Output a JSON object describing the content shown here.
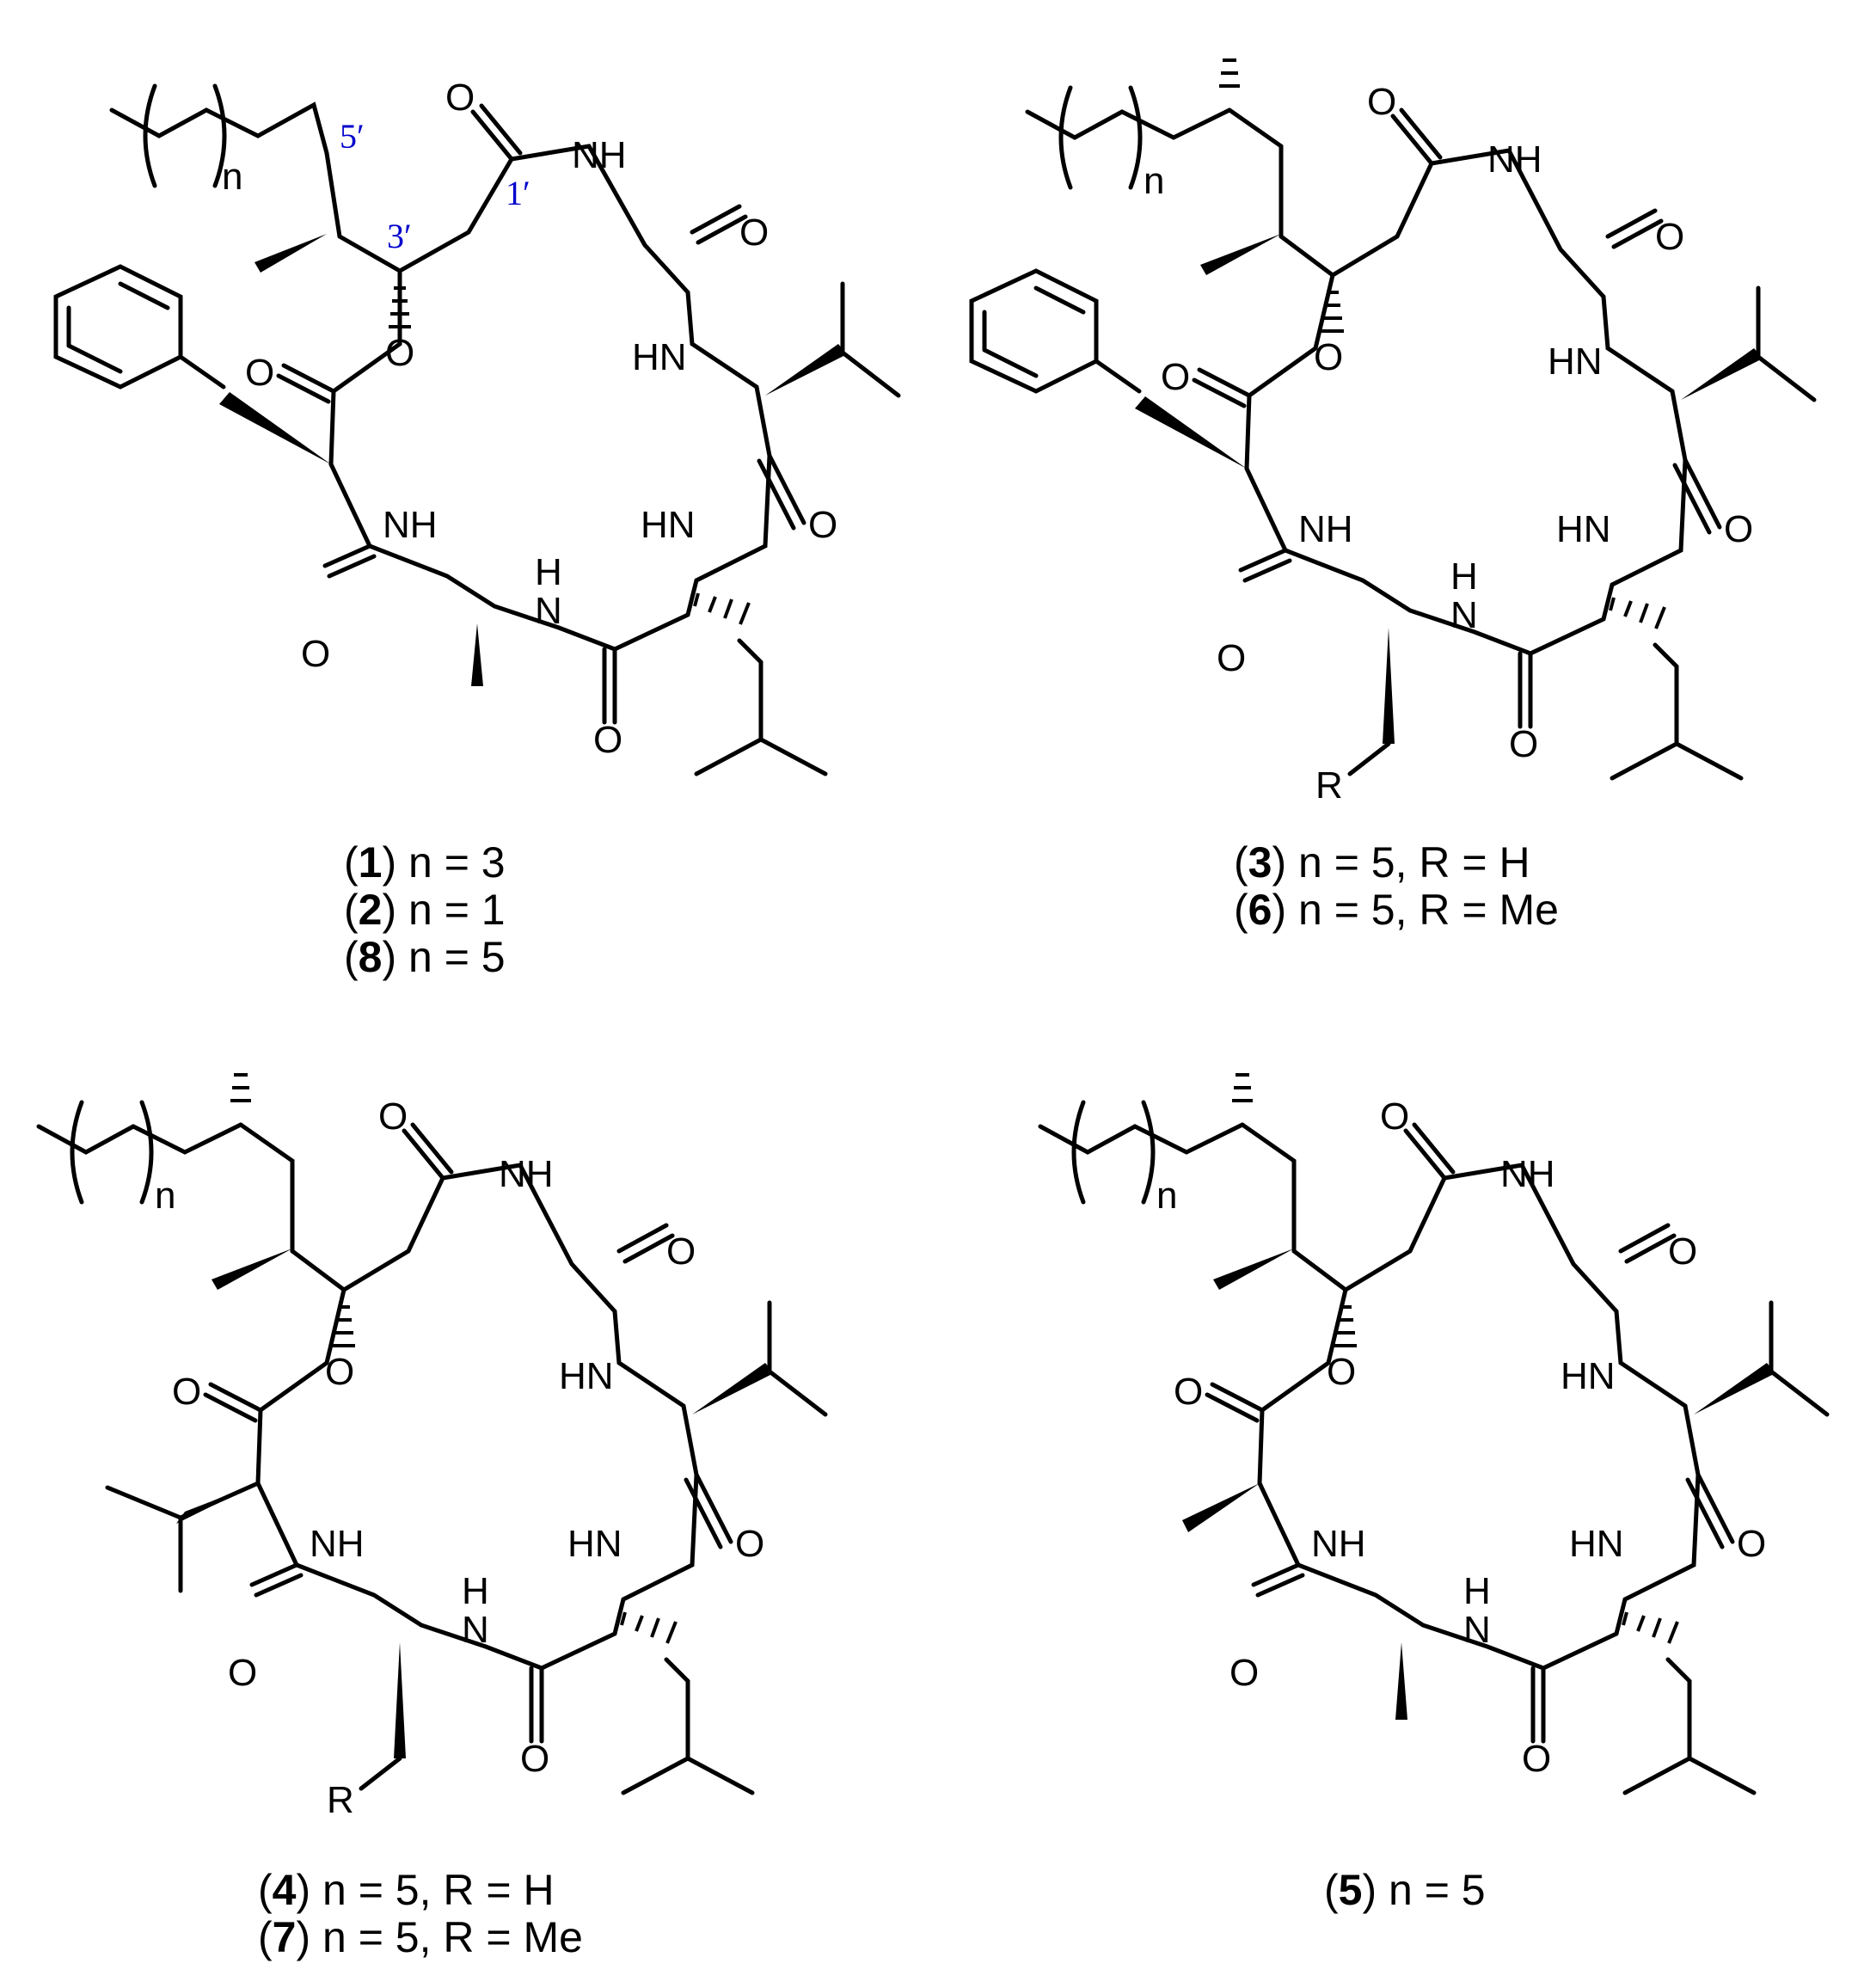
{
  "structures": [
    {
      "id": "s1",
      "atom_labels": [
        "O",
        "NH",
        "O",
        "O",
        "O",
        "HN",
        "NH",
        "HN",
        "O",
        "H",
        "N",
        "O",
        "O",
        "n"
      ],
      "position_labels": [
        "5′",
        "3′",
        "1′"
      ],
      "caption_lines": [
        {
          "open": "(",
          "num": "1",
          "close": ")",
          "rest": " n = 3"
        },
        {
          "open": "(",
          "num": "2",
          "close": ")",
          "rest": " n = 1"
        },
        {
          "open": "(",
          "num": "8",
          "close": ")",
          "rest": " n = 5"
        }
      ]
    },
    {
      "id": "s2",
      "atom_labels": [
        "O",
        "NH",
        "O",
        "O",
        "O",
        "HN",
        "NH",
        "HN",
        "O",
        "H",
        "N",
        "O",
        "O",
        "R",
        "n"
      ],
      "position_labels": [],
      "caption_lines": [
        {
          "open": "(",
          "num": "3",
          "close": ")",
          "rest": " n = 5, R = H"
        },
        {
          "open": "(",
          "num": "6",
          "close": ")",
          "rest": " n = 5, R = Me"
        }
      ]
    },
    {
      "id": "s3",
      "atom_labels": [
        "O",
        "NH",
        "O",
        "O",
        "O",
        "HN",
        "NH",
        "HN",
        "O",
        "H",
        "N",
        "O",
        "O",
        "R",
        "n"
      ],
      "position_labels": [],
      "caption_lines": [
        {
          "open": "(",
          "num": "4",
          "close": ")",
          "rest": " n = 5, R = H"
        },
        {
          "open": "(",
          "num": "7",
          "close": ")",
          "rest": " n = 5, R = Me"
        }
      ]
    },
    {
      "id": "s4",
      "atom_labels": [
        "O",
        "NH",
        "O",
        "O",
        "O",
        "HN",
        "NH",
        "HN",
        "O",
        "H",
        "N",
        "O",
        "O",
        "n"
      ],
      "position_labels": [],
      "caption_lines": [
        {
          "open": "(",
          "num": "5",
          "close": ")",
          "rest": " n = 5"
        }
      ]
    }
  ]
}
